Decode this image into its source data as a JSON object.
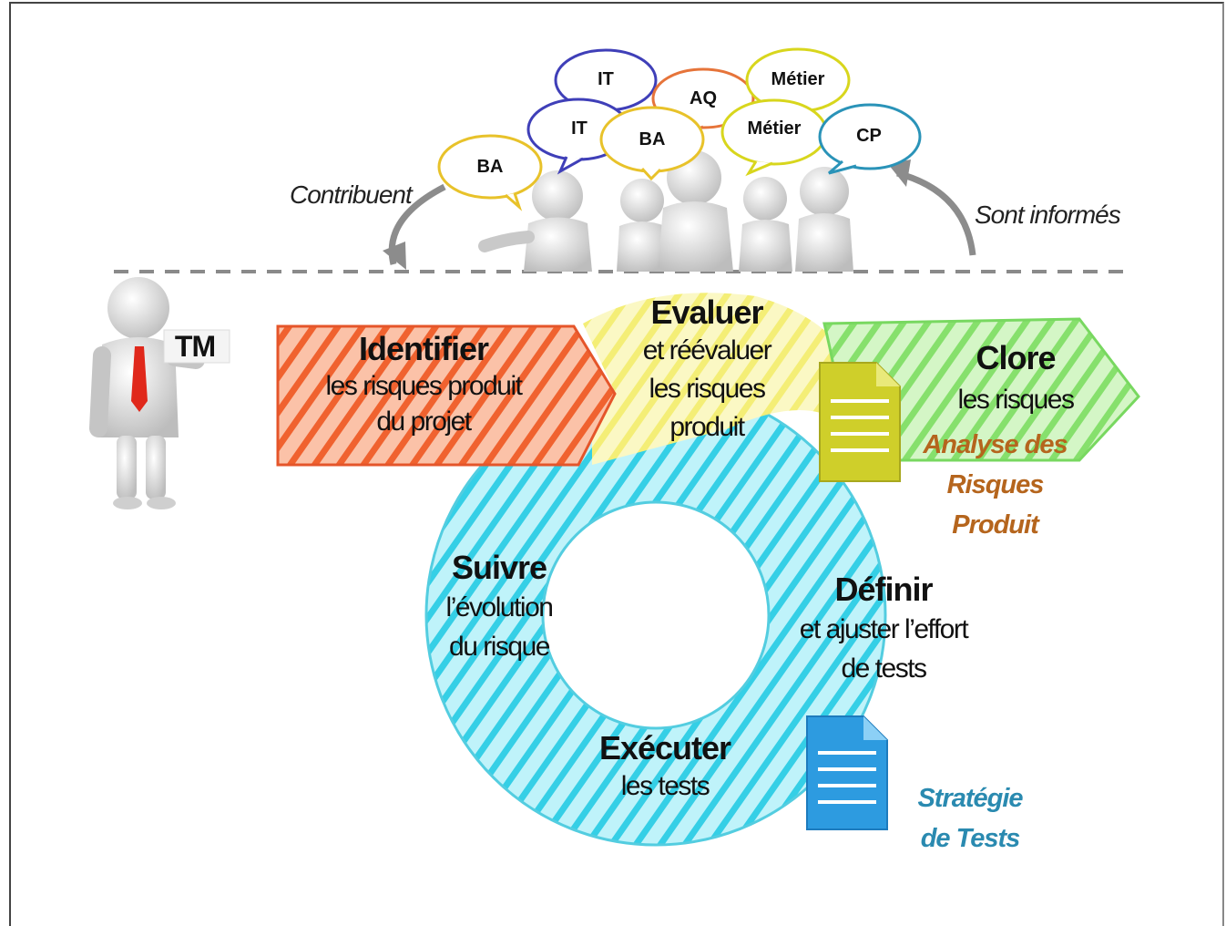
{
  "stakeholders": {
    "bubbles": [
      "IT",
      "AQ",
      "Métier",
      "IT",
      "BA",
      "Métier",
      "CP",
      "BA"
    ],
    "contribute_label": "Contribuent",
    "informed_label": "Sont informés"
  },
  "test_manager": {
    "badge": "TM"
  },
  "steps": {
    "identify": {
      "title": "Identifier",
      "lines": [
        "les risques produit",
        "du projet"
      ]
    },
    "evaluate": {
      "title": "Evaluer",
      "lines": [
        "et réévaluer",
        "les risques",
        "produit"
      ]
    },
    "close": {
      "title": "Clore",
      "lines": [
        "les risques"
      ]
    },
    "define": {
      "title": "Définir",
      "lines": [
        "et ajuster l’effort",
        "de tests"
      ]
    },
    "execute": {
      "title": "Exécuter",
      "lines": [
        "les tests"
      ]
    },
    "follow": {
      "title": "Suivre",
      "lines": [
        "l’évolution",
        "du risque"
      ]
    }
  },
  "documents": {
    "risk_analysis": {
      "lines": [
        "Analyse des",
        "Risques",
        "Produit"
      ],
      "color": "#b5651d",
      "icon": "document-icon",
      "icon_color": "#cfcf2a"
    },
    "test_strategy": {
      "lines": [
        "Stratégie",
        "de Tests"
      ],
      "color": "#2a8ab0",
      "icon": "document-icon",
      "icon_color": "#2d9be0"
    }
  },
  "colors": {
    "identify": "#f26b3a",
    "evaluate": "#f6f07a",
    "close": "#7fe06a",
    "cycle": "#3fd3e8"
  }
}
